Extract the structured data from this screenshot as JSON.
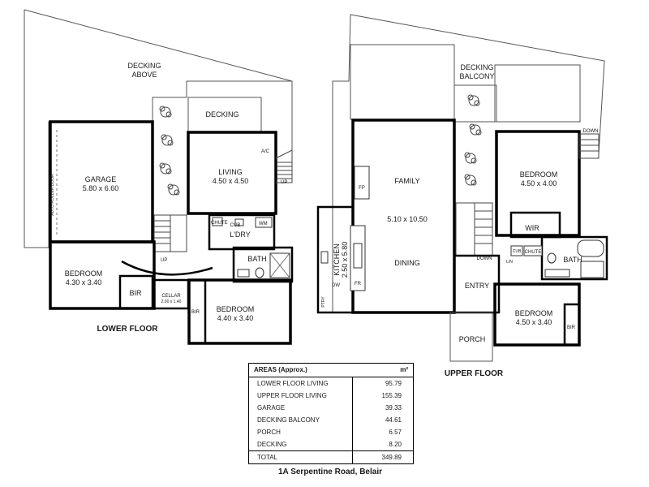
{
  "lower_floor": {
    "title": "LOWER FLOOR",
    "decking_above": [
      "DECKING",
      "ABOVE"
    ],
    "decking": "DECKING",
    "garage": {
      "name": "GARAGE",
      "size": "5.80 x 6.60"
    },
    "auto_door": "AUTO ROLLER DOOR",
    "living": {
      "name": "LIVING",
      "size": "4.50 x 4.50"
    },
    "ac": "A/C",
    "up": "UP",
    "chute": "CHUTE",
    "wm": "WM",
    "cub": "CUB",
    "laundry": "L'DRY",
    "bath": "BATH",
    "bedroom1": {
      "name": "BEDROOM",
      "size": "4.30 x 3.40"
    },
    "bir1": "BIR",
    "cellar": {
      "name": "CELLAR",
      "size": "2.00 x 1.40"
    },
    "bir2": "BIR",
    "bedroom2": {
      "name": "BEDROOM",
      "size": "4.40 x 3.40"
    }
  },
  "upper_floor": {
    "title": "UPPER FLOOR",
    "decking_balcony": [
      "DECKING",
      "BALCONY"
    ],
    "down": "DOWN",
    "family": "FAMILY",
    "fp": "FP",
    "family_size": "5.10 x 10.50",
    "dining": "DINING",
    "kitchen": {
      "name": "KITCHEN",
      "size": "2.50 x 5.80"
    },
    "dw": "DW",
    "fr": "FR",
    "ptry": "PTRY",
    "bedroom1": {
      "name": "BEDROOM",
      "size": "4.50 x 4.00"
    },
    "wir": "WIR",
    "cub": "CUB",
    "chute": "CHUTE",
    "linen": "LIN",
    "bath": "BATH",
    "entry": "ENTRY",
    "porch": "PORCH",
    "bedroom2": {
      "name": "BEDROOM",
      "size": "4.50 x 3.40"
    },
    "bir": "BIR"
  },
  "areas_table": {
    "header": "AREAS  (Approx.)",
    "unit": "m²",
    "rows": [
      {
        "label": "LOWER FLOOR LIVING",
        "value": "95.79"
      },
      {
        "label": "UPPER FLOOR LIVING",
        "value": "155.39"
      },
      {
        "label": "GARAGE",
        "value": "39.33"
      },
      {
        "label": "DECKING BALCONY",
        "value": "44.61"
      },
      {
        "label": "PORCH",
        "value": "6.57"
      },
      {
        "label": "DECKING",
        "value": "8.20"
      }
    ],
    "total": {
      "label": "TOTAL",
      "value": "349.89"
    }
  },
  "address": "1A Serpentine Road, Belair"
}
